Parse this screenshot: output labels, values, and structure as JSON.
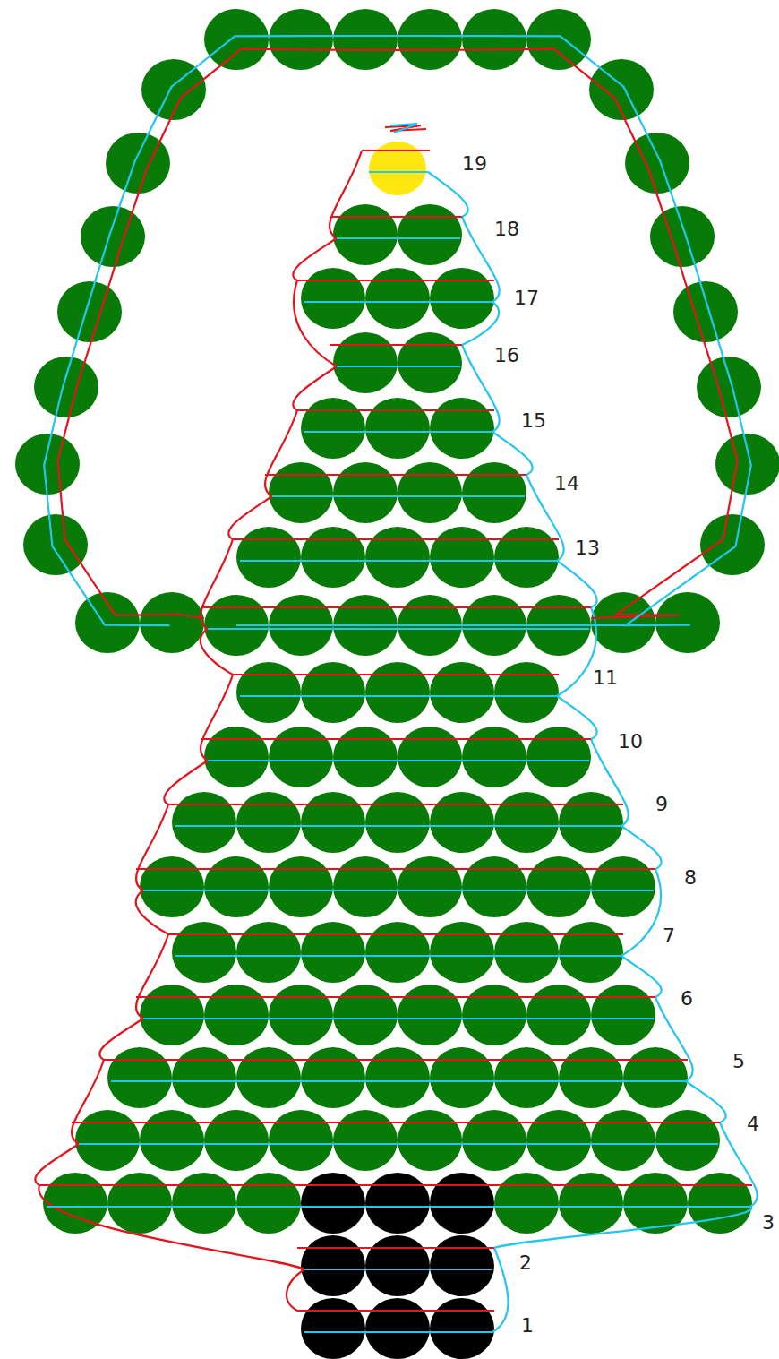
{
  "diagram": {
    "labels": [
      "19",
      "18",
      "17",
      "16",
      "15",
      "14",
      "13",
      "11",
      "10",
      "9",
      "8",
      "7",
      "6",
      "5",
      "4",
      "3",
      "2",
      "1"
    ]
  }
}
